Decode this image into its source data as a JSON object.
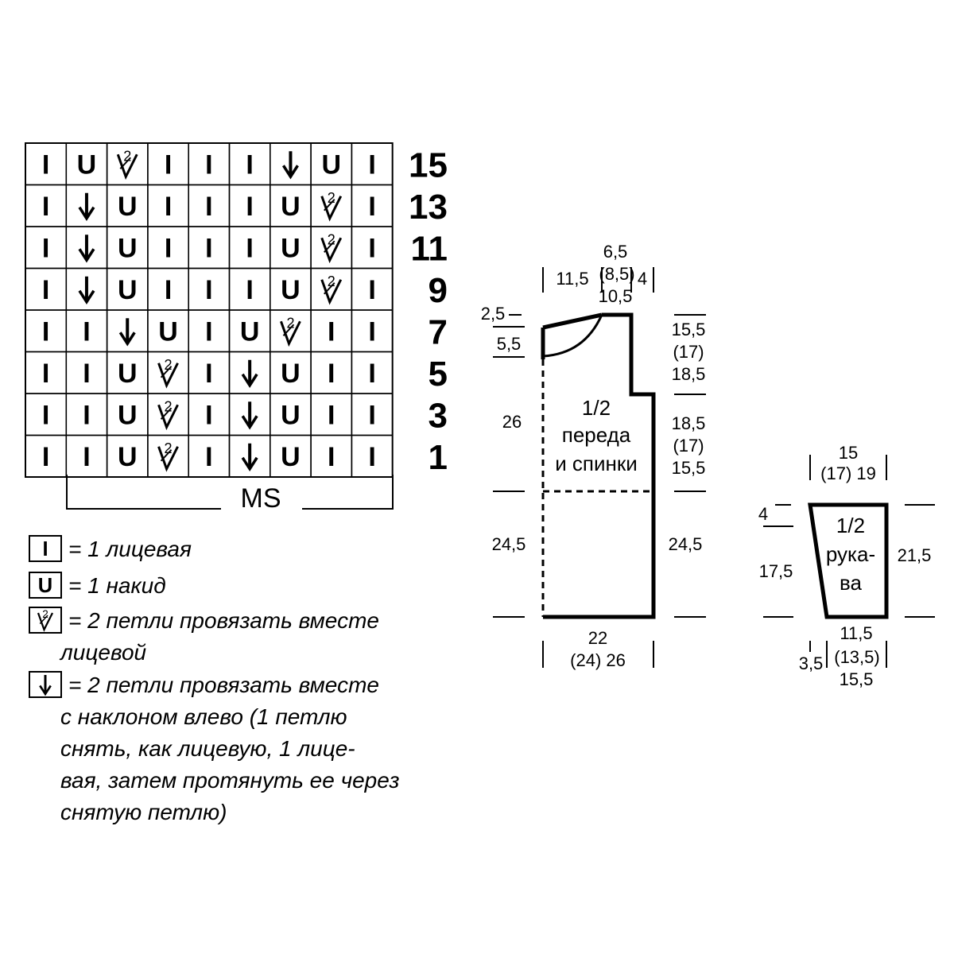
{
  "chart": {
    "rows": [
      {
        "number": "15",
        "cells": [
          "k",
          "yo",
          "k2tog",
          "k",
          "k",
          "k",
          "ssk",
          "yo",
          "k"
        ]
      },
      {
        "number": "13",
        "cells": [
          "k",
          "ssk",
          "yo",
          "k",
          "k",
          "k",
          "yo",
          "k2tog",
          "k"
        ]
      },
      {
        "number": "11",
        "cells": [
          "k",
          "ssk",
          "yo",
          "k",
          "k",
          "k",
          "yo",
          "k2tog",
          "k"
        ]
      },
      {
        "number": "9",
        "cells": [
          "k",
          "ssk",
          "yo",
          "k",
          "k",
          "k",
          "yo",
          "k2tog",
          "k"
        ]
      },
      {
        "number": "7",
        "cells": [
          "k",
          "k",
          "ssk",
          "yo",
          "k",
          "yo",
          "k2tog",
          "k",
          "k"
        ]
      },
      {
        "number": "5",
        "cells": [
          "k",
          "k",
          "yo",
          "k2tog",
          "k",
          "ssk",
          "yo",
          "k",
          "k"
        ]
      },
      {
        "number": "3",
        "cells": [
          "k",
          "k",
          "yo",
          "k2tog",
          "k",
          "ssk",
          "yo",
          "k",
          "k"
        ]
      },
      {
        "number": "1",
        "cells": [
          "k",
          "k",
          "yo",
          "k2tog",
          "k",
          "ssk",
          "yo",
          "k",
          "k"
        ]
      }
    ],
    "repeat_label": "MS",
    "symbols": {
      "k": "I",
      "yo": "U",
      "k2tog_num": "2"
    }
  },
  "legend": [
    {
      "symbol": "k",
      "lines": [
        "= 1 лицевая"
      ]
    },
    {
      "symbol": "yo",
      "lines": [
        "= 1 накид"
      ]
    },
    {
      "symbol": "k2tog",
      "lines": [
        "= 2 петли провязать вместе",
        "лицевой"
      ]
    },
    {
      "symbol": "ssk",
      "lines": [
        "= 2 петли провязать вместе",
        "с наклоном влево (1 петлю",
        "снять, как лицевую, 1 лице-",
        "вая, затем протянуть ее через",
        "снятую петлю)"
      ]
    }
  ],
  "body_schematic": {
    "title_lines": [
      "1/2",
      "переда",
      "и спинки"
    ],
    "top_left": "11,5",
    "neck_top": "6,5",
    "neck_mid": "(8,5)",
    "neck_bot": "10,5",
    "shoulder": "4",
    "neck_depth_1": "2,5",
    "neck_depth_2": "5,5",
    "armhole_upper": [
      "15,5",
      "(17)",
      "18,5"
    ],
    "armhole_lower": [
      "18,5",
      "(17)",
      "15,5"
    ],
    "left_upper": "26",
    "left_lower": "24,5",
    "right_lower": "24,5",
    "bottom": [
      "22",
      "(24) 26"
    ]
  },
  "sleeve_schematic": {
    "title_lines": [
      "1/2",
      "рука-",
      "ва"
    ],
    "top": [
      "15",
      "(17) 19"
    ],
    "left_top": "4",
    "left": "17,5",
    "right": "21,5",
    "bottom": [
      "11,5",
      "(13,5)",
      "15,5"
    ],
    "bottom_left": "3,5"
  }
}
